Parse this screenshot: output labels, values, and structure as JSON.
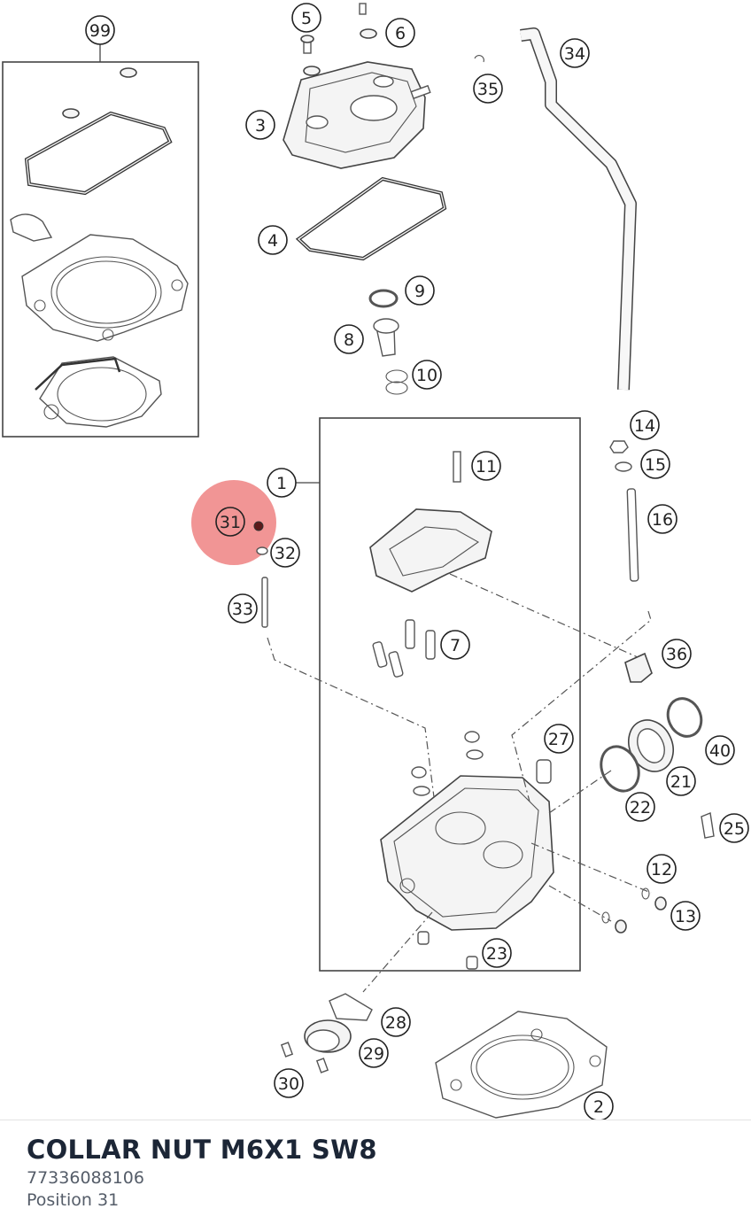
{
  "diagram": {
    "highlight_color": "#f08a8a",
    "selected_position": "31",
    "callouts": [
      "99",
      "5",
      "6",
      "3",
      "34",
      "35",
      "4",
      "9",
      "8",
      "10",
      "1",
      "11",
      "14",
      "15",
      "16",
      "31",
      "32",
      "33",
      "7",
      "36",
      "27",
      "40",
      "21",
      "22",
      "25",
      "12",
      "13",
      "23",
      "28",
      "29",
      "30",
      "2"
    ]
  },
  "part": {
    "name": "COLLAR NUT M6X1 SW8",
    "number": "77336088106",
    "position_text": "Position 31"
  }
}
